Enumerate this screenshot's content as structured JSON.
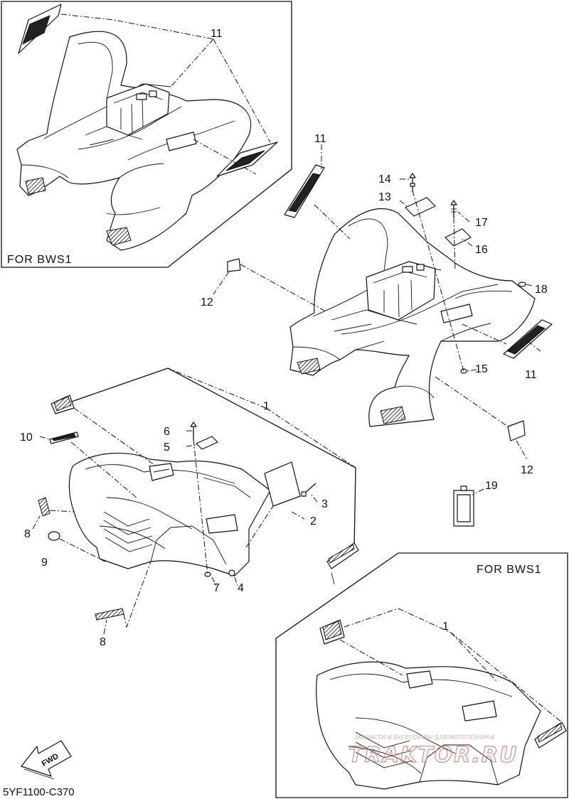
{
  "diagram": {
    "drawing_code": "5YF1100-C370",
    "fwd_arrow_label": "FWD",
    "variant_labels": {
      "rear_inset": "FOR BWS1",
      "front_inset": "FOR BWS1"
    },
    "part_numbers": {
      "p1_front_fender": "1",
      "p1_inset": "1",
      "p2": "2",
      "p3": "3",
      "p4": "4",
      "p5": "5",
      "p6": "6",
      "p7": "7",
      "p8_upper": "8",
      "p8_lower": "8",
      "p9": "9",
      "p10": "10",
      "p11_inset": "11",
      "p11_top": "11",
      "p11_right": "11",
      "p12_left": "12",
      "p12_right": "12",
      "p13": "13",
      "p14": "14",
      "p15": "15",
      "p16": "16",
      "p17": "17",
      "p18": "18",
      "p19": "19"
    },
    "watermark": {
      "tagline": "ЗАПЧАСТИ И АКСЕССУАРЫ ДЛЯ МОТОТЕХНИКИ",
      "logo_text": "TRAKTOR.RU"
    }
  }
}
